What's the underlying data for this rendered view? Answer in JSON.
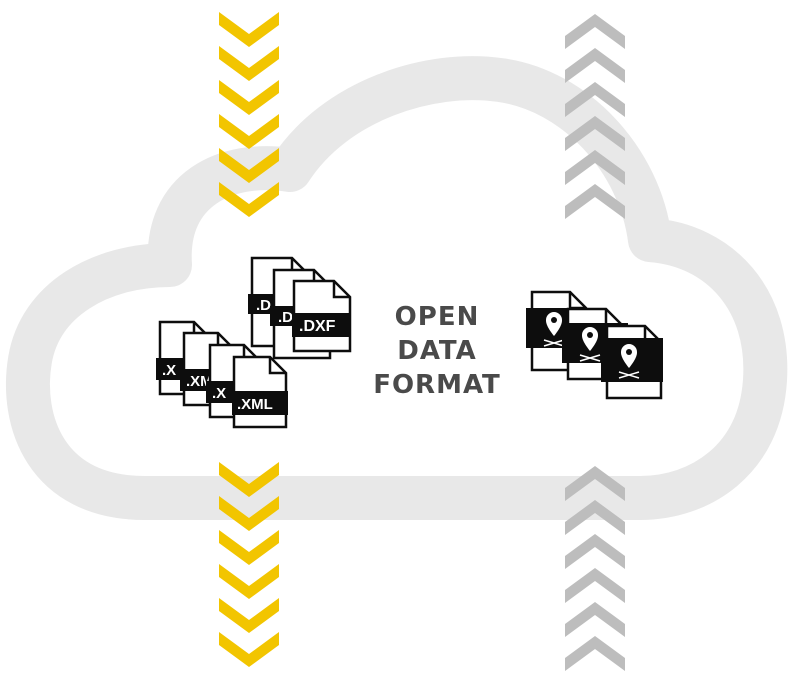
{
  "title_line1": "OPEN DATA",
  "title_line2": "FORMAT",
  "dxf_stack": {
    "labels": [
      ".D",
      ".D",
      ".DXF"
    ]
  },
  "xml_stack": {
    "labels": [
      ".X",
      ".XM",
      ".X",
      ".XML"
    ]
  },
  "colors": {
    "cloud": "#e8e8e8",
    "arrow_down": "#f2c500",
    "arrow_up": "#bdbdbd",
    "doc_dark": "#0d0d0d",
    "text": "#4a4a4a"
  },
  "icons": {
    "down_arrows": "chevron-down-icon",
    "up_arrows": "chevron-up-icon",
    "map_files": "map-pin-file-icon"
  }
}
